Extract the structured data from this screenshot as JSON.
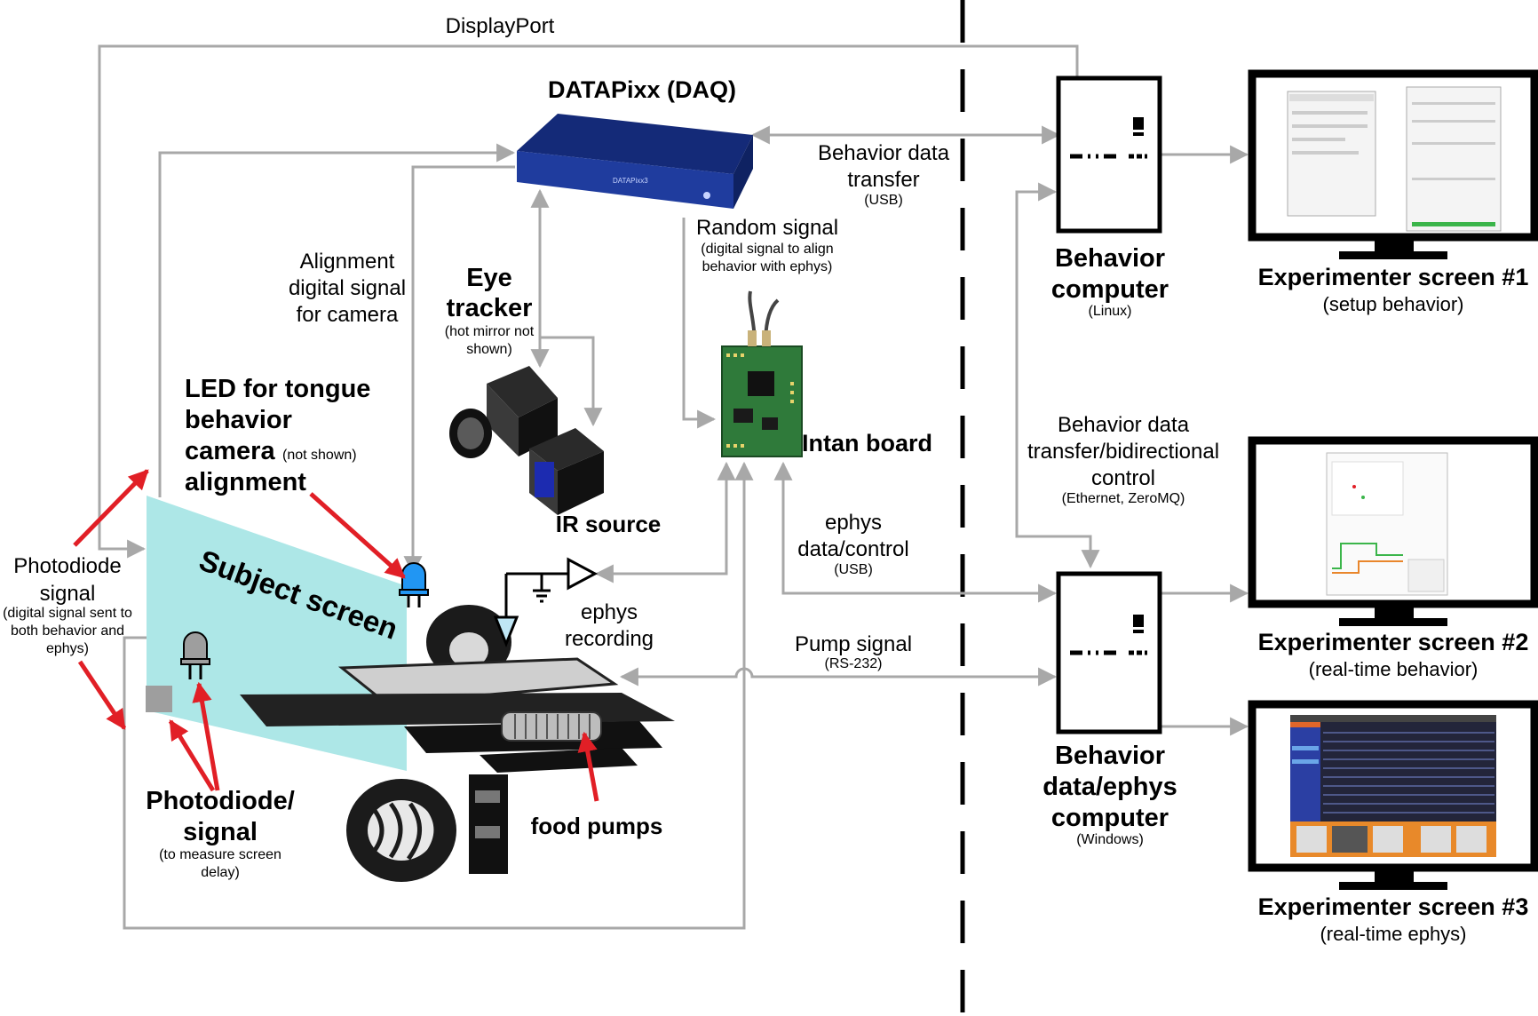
{
  "colors": {
    "line": "#a8a8a8",
    "arrow_red": "#e11f26",
    "screen_cyan": "#9fe3e3",
    "daq_blue": "#1f3c9e",
    "board_green": "#2f7a3a",
    "led_blue": "#2196f3"
  },
  "labels": {
    "displayport": "DisplayPort",
    "datapixx": "DATAPixx (DAQ)",
    "behavior_data_transfer": [
      "Behavior data",
      "transfer"
    ],
    "usb_1": "(USB)",
    "random_signal": "Random signal",
    "random_signal_sub": [
      "(digital signal to align",
      "behavior with ephys)"
    ],
    "alignment_signal": [
      "Alignment",
      "digital signal",
      "for camera"
    ],
    "eye_tracker": [
      "Eye",
      "tracker"
    ],
    "eye_tracker_sub": [
      "(hot mirror not",
      "shown)"
    ],
    "ir_source": "IR source",
    "intan_board": "Intan board",
    "led_tongue": [
      "LED for tongue",
      "behavior",
      "camera",
      "alignment"
    ],
    "led_not_shown": "(not shown)",
    "subject_screen": "Subject screen",
    "photodiode_signal": [
      "Photodiode",
      "signal"
    ],
    "photodiode_signal_sub": [
      "(digital signal sent to",
      "both behavior and",
      "ephys)"
    ],
    "ephys_recording": [
      "ephys",
      "recording"
    ],
    "ephys_data_control": [
      "ephys",
      "data/control"
    ],
    "usb_2": "(USB)",
    "pump_signal": "Pump signal",
    "rs232": "(RS-232)",
    "photodiode_measure": [
      "Photodiode/",
      "signal"
    ],
    "photodiode_measure_sub": [
      "(to measure screen",
      "delay)"
    ],
    "food_pumps": "food pumps",
    "behavior_computer": [
      "Behavior",
      "computer"
    ],
    "linux": "(Linux)",
    "bidirectional": [
      "Behavior data",
      "transfer/bidirectional",
      "control"
    ],
    "ethernet_zmq": "(Ethernet, ZeroMQ)",
    "ephys_computer": [
      "Behavior",
      "data/ephys",
      "computer"
    ],
    "windows": "(Windows)",
    "screen1_title": "Experimenter screen #1",
    "screen1_sub": "(setup behavior)",
    "screen2_title": "Experimenter screen #2",
    "screen2_sub": "(real-time behavior)",
    "screen3_title": "Experimenter screen #3",
    "screen3_sub": "(real-time ephys)"
  }
}
